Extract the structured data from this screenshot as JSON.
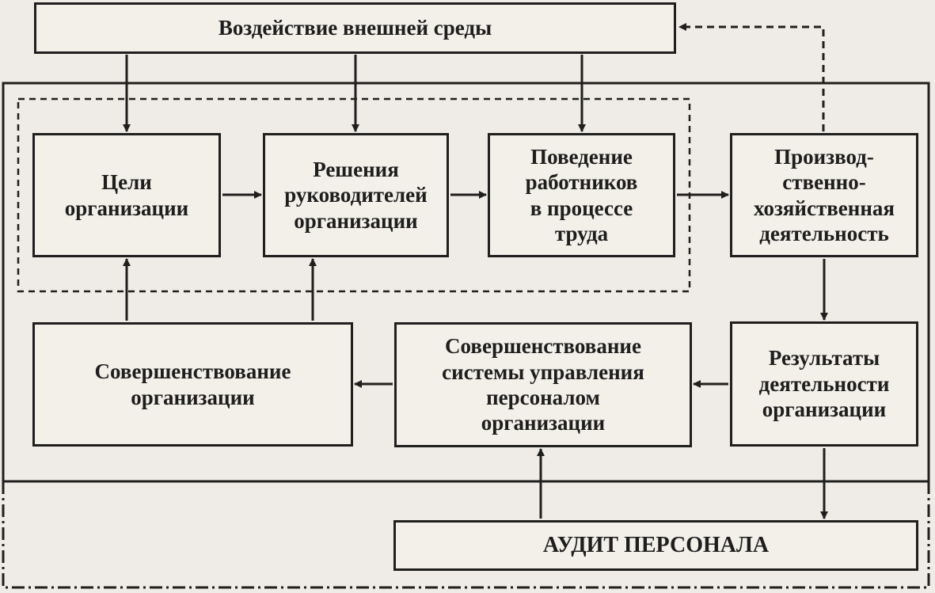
{
  "colors": {
    "ink": "#1f1f1f",
    "paper": "#efebe6",
    "box_fill": "#f3f0ea"
  },
  "boxes": {
    "environment": {
      "lines": [
        "Воздействие внешней среды"
      ]
    },
    "goals": {
      "lines": [
        "Цели",
        "организации"
      ]
    },
    "decisions": {
      "lines": [
        "Решения",
        "руководителей",
        "организации"
      ]
    },
    "behavior": {
      "lines": [
        "Поведение",
        "работников",
        "в процессе",
        "труда"
      ]
    },
    "production": {
      "lines": [
        "Производ-",
        "ственно-",
        "хозяйственная",
        "деятельность"
      ]
    },
    "results": {
      "lines": [
        "Результаты",
        "деятельности",
        "организации"
      ]
    },
    "hr_system": {
      "lines": [
        "Совершенствование",
        "системы управления",
        "персоналом",
        "организации"
      ]
    },
    "org_improvement": {
      "lines": [
        "Совершенствование",
        "организации"
      ]
    },
    "audit": {
      "lines": [
        "АУДИТ ПЕРСОНАЛА"
      ]
    }
  }
}
